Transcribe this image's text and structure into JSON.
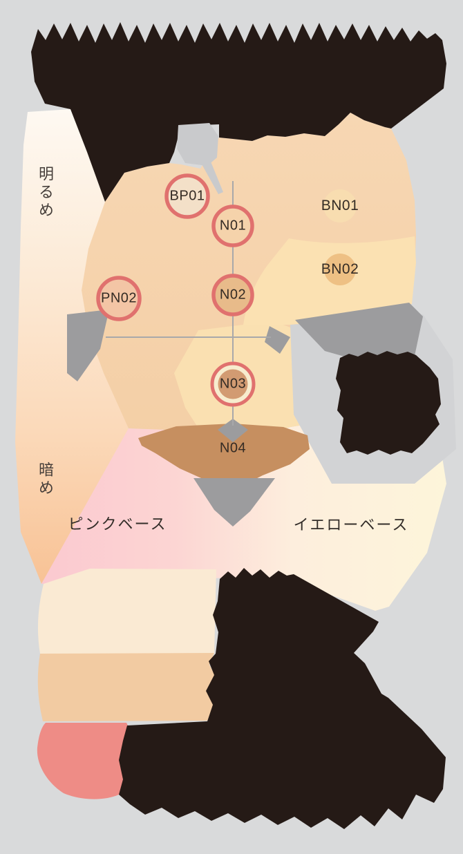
{
  "page": {
    "background": "#d9dadb",
    "note_blobs": "three large obscured ink-black text blobs (top title, right-middle caption, bottom caption) – text not legible"
  },
  "map": {
    "axis": {
      "bright_label": "明るめ",
      "dark_label": "暗め"
    },
    "bases": {
      "pink_label": "ピンクベース",
      "yellow_label": "イエローベース"
    },
    "ring_color": "#e0716e",
    "shades": [
      {
        "id": "BP01",
        "label": "BP01",
        "ringed": true,
        "fill": "#f3e0c8"
      },
      {
        "id": "N01",
        "label": "N01",
        "ringed": true,
        "fill": "#f5d3ab"
      },
      {
        "id": "BN01",
        "label": "BN01",
        "ringed": false,
        "fill": "#f8ddb0"
      },
      {
        "id": "BN02",
        "label": "BN02",
        "ringed": false,
        "fill": "#eec084"
      },
      {
        "id": "N02",
        "label": "N02",
        "ringed": true,
        "fill": "#e8bb8a"
      },
      {
        "id": "PN02",
        "label": "PN02",
        "ringed": true,
        "fill": "#f3c5a5"
      },
      {
        "id": "N03",
        "label": "N03",
        "ringed": true,
        "fill": "#d29b72"
      },
      {
        "id": "N04",
        "label": "N04",
        "ringed": false,
        "fill": "#c68f60"
      }
    ]
  },
  "colors": {
    "black_blob": "#251a16",
    "strip_top": "#fef9f2",
    "strip_bottom": "#f8c295",
    "main_peach": "#f6d3ab",
    "yellow_region": "#fbe1b2",
    "pink_region": "#fbc9d0",
    "cream_region": "#fdf5da",
    "brown_band": "#c68f60",
    "gray_wedge": "#9c9c9e",
    "teardrop_gray": "#c9cacc",
    "swatch_cream": "#faead3",
    "swatch_peach": "#f2cba2",
    "swatch_coral": "#ee8c86"
  }
}
